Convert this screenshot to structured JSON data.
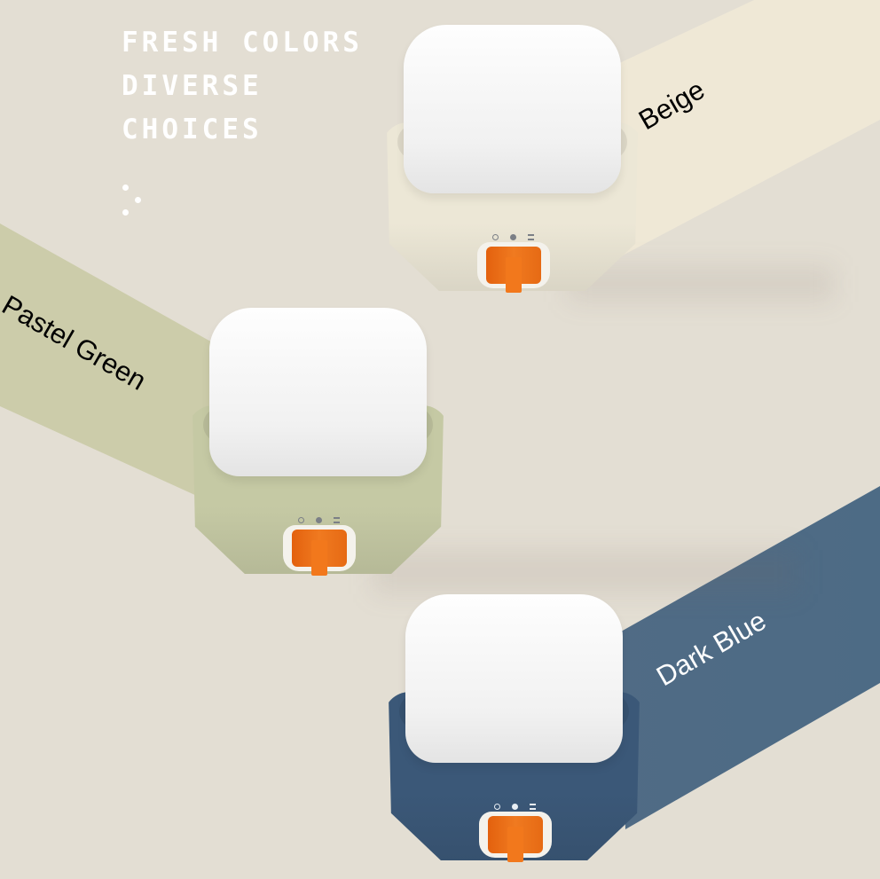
{
  "headline": {
    "line1": "FRESH COLORS",
    "line2": "DIVERSE",
    "line3": "CHOICES"
  },
  "products": [
    {
      "label": "Beige",
      "base_color": "#ece7d6",
      "band_color": "#efe8d6",
      "label_color": "#111111"
    },
    {
      "label": "Pastel Green",
      "base_color": "#c5c9a4",
      "band_color": "#ccccaa",
      "label_color": "#111111"
    },
    {
      "label": "Dark Blue",
      "base_color": "#3b5878",
      "band_color": "#526c86",
      "label_color": "#ffffff"
    }
  ],
  "accent_color": "#f07a20",
  "dial_icons": [
    "off-circle-icon",
    "dot-icon",
    "timer-icon"
  ]
}
